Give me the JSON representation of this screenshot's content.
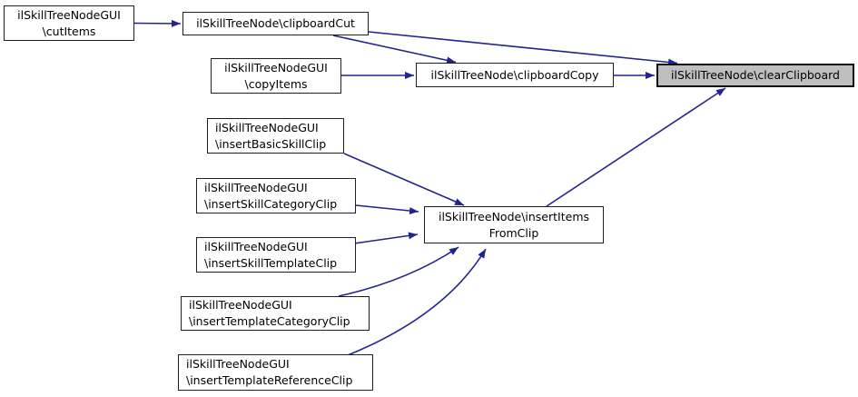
{
  "diagram": {
    "type": "call-graph",
    "edge_color": "#23238f",
    "node_border_color": "#1f1f1f",
    "highlight_fill": "#bfbfbf",
    "background": "#ffffff",
    "nodes": [
      {
        "id": "cutItems",
        "lines": [
          "ilSkillTreeNodeGUI",
          "\\cutItems"
        ],
        "highlighted": false
      },
      {
        "id": "clipboardCut",
        "lines": [
          "ilSkillTreeNode\\clipboardCut"
        ],
        "highlighted": false
      },
      {
        "id": "copyItems",
        "lines": [
          "ilSkillTreeNodeGUI",
          "\\copyItems"
        ],
        "highlighted": false
      },
      {
        "id": "clipboardCopy",
        "lines": [
          "ilSkillTreeNode\\clipboardCopy"
        ],
        "highlighted": false
      },
      {
        "id": "clearClipboard",
        "lines": [
          "ilSkillTreeNode\\clearClipboard"
        ],
        "highlighted": true
      },
      {
        "id": "insertBasicSkillClip",
        "lines": [
          "ilSkillTreeNodeGUI",
          "\\insertBasicSkillClip"
        ],
        "highlighted": false
      },
      {
        "id": "insertSkillCategoryClip",
        "lines": [
          "ilSkillTreeNodeGUI",
          "\\insertSkillCategoryClip"
        ],
        "highlighted": false
      },
      {
        "id": "insertSkillTemplateClip",
        "lines": [
          "ilSkillTreeNodeGUI",
          "\\insertSkillTemplateClip"
        ],
        "highlighted": false
      },
      {
        "id": "insertItemsFromClip",
        "lines": [
          "ilSkillTreeNode\\insertItems",
          "FromClip"
        ],
        "highlighted": false
      },
      {
        "id": "insertTemplateCategoryClip",
        "lines": [
          "ilSkillTreeNodeGUI",
          "\\insertTemplateCategoryClip"
        ],
        "highlighted": false
      },
      {
        "id": "insertTemplateReferenceClip",
        "lines": [
          "ilSkillTreeNodeGUI",
          "\\insertTemplateReferenceClip"
        ],
        "highlighted": false
      }
    ],
    "edges": [
      {
        "from": "cutItems",
        "to": "clipboardCut"
      },
      {
        "from": "clipboardCut",
        "to": "clipboardCopy"
      },
      {
        "from": "clipboardCut",
        "to": "clearClipboard"
      },
      {
        "from": "copyItems",
        "to": "clipboardCopy"
      },
      {
        "from": "clipboardCopy",
        "to": "clearClipboard"
      },
      {
        "from": "insertItemsFromClip",
        "to": "clearClipboard"
      },
      {
        "from": "insertBasicSkillClip",
        "to": "insertItemsFromClip"
      },
      {
        "from": "insertSkillCategoryClip",
        "to": "insertItemsFromClip"
      },
      {
        "from": "insertSkillTemplateClip",
        "to": "insertItemsFromClip"
      },
      {
        "from": "insertTemplateCategoryClip",
        "to": "insertItemsFromClip"
      },
      {
        "from": "insertTemplateReferenceClip",
        "to": "insertItemsFromClip"
      }
    ]
  }
}
